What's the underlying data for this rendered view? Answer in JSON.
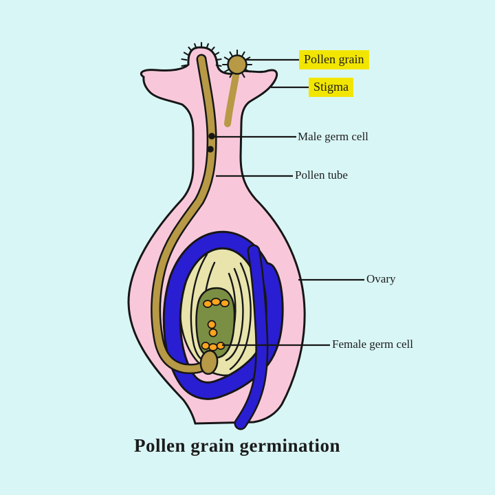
{
  "diagram_title": "Pollen grain germination",
  "labels": {
    "pollen_grain": {
      "text": "Pollen grain",
      "highlighted": true
    },
    "stigma": {
      "text": "Stigma",
      "highlighted": true
    },
    "male_germ_cell": {
      "text": "Male germ cell",
      "highlighted": false
    },
    "pollen_tube": {
      "text": "Pollen tube",
      "highlighted": false
    },
    "ovary": {
      "text": "Ovary",
      "highlighted": false
    },
    "female_germ_cell": {
      "text": "Female germ cell",
      "highlighted": false
    }
  },
  "colors": {
    "bg": "#d9f6f6",
    "pink": "#f8c8da",
    "tan": "#b79946",
    "blue": "#2a1ed2",
    "cream": "#e8e4ac",
    "olive": "#7b8f44",
    "orange": "#ffa41d",
    "yellow": "#f2e600",
    "ink": "#161616",
    "text": "#1c1c1c"
  }
}
